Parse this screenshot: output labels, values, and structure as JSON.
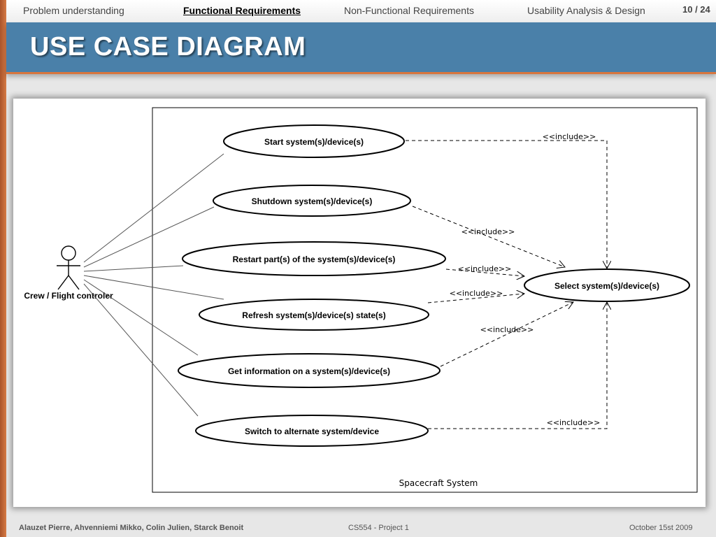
{
  "nav": {
    "items": [
      {
        "label": "Problem understanding"
      },
      {
        "label": "Functional Requirements"
      },
      {
        "label": "Non-Functional Requirements"
      },
      {
        "label": "Usability Analysis & Design"
      }
    ],
    "page_number": "10 / 24"
  },
  "header": {
    "title": "USE CASE DIAGRAM"
  },
  "diagram": {
    "system_label": "Spacecraft System",
    "actor": {
      "label": "Crew / Flight controler"
    },
    "use_cases": [
      {
        "id": "uc-start",
        "label": "Start system(s)/device(s)"
      },
      {
        "id": "uc-shutdown",
        "label": "Shutdown system(s)/device(s)"
      },
      {
        "id": "uc-restart",
        "label": "Restart part(s) of the system(s)/device(s)"
      },
      {
        "id": "uc-refresh",
        "label": "Refresh system(s)/device(s) state(s)"
      },
      {
        "id": "uc-getinfo",
        "label": "Get  information on a system(s)/device(s)"
      },
      {
        "id": "uc-switch",
        "label": "Switch to alternate system/device"
      },
      {
        "id": "uc-select",
        "label": "Select system(s)/device(s)"
      }
    ],
    "include_label": "<<include>>"
  },
  "footer": {
    "authors": "Alauzet Pierre, Ahvenniemi Mikko, Colin Julien, Starck Benoit",
    "course": "CS554 - Project 1",
    "date": "October 15st 2009"
  }
}
